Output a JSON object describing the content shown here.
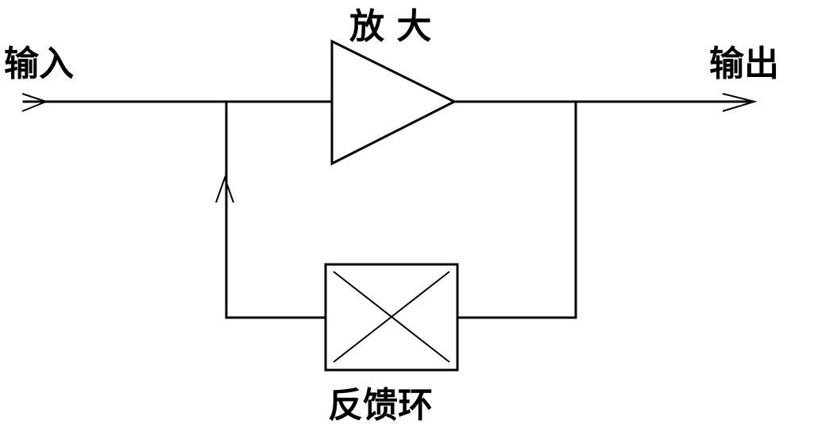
{
  "labels": {
    "input": "输入",
    "amplifier": "放 大",
    "output": "输出",
    "feedback": "反馈环"
  },
  "colors": {
    "line": "#000000",
    "background": "#ffffff"
  }
}
